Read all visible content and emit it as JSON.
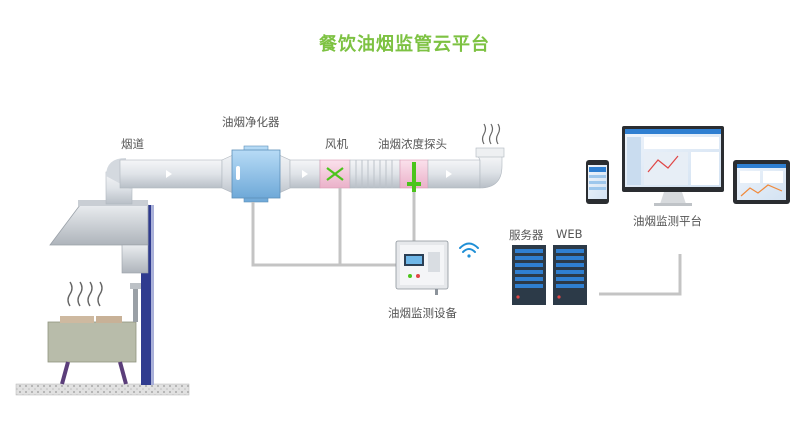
{
  "title": "餐饮油烟监管云平台",
  "labels": {
    "flue": "烟道",
    "purifier": "油烟净化器",
    "fan": "风机",
    "probe": "油烟浓度探头",
    "server": "服务器",
    "web": "WEB",
    "platform": "油烟监测平台",
    "device": "油烟监测设备"
  },
  "colors": {
    "title_green": "#7dc242",
    "duct": "#dde1e6",
    "purifier_blue": "#8fc3ec",
    "fan_pink": "#f7cde0",
    "sensor_green": "#4cc41c",
    "pipe_gray": "#c4c4c4",
    "rack": "#2c3a48"
  },
  "icons": [
    "smoke-wave-icon",
    "wifi-icon",
    "phone-icon",
    "monitor-icon",
    "tablet-icon"
  ]
}
